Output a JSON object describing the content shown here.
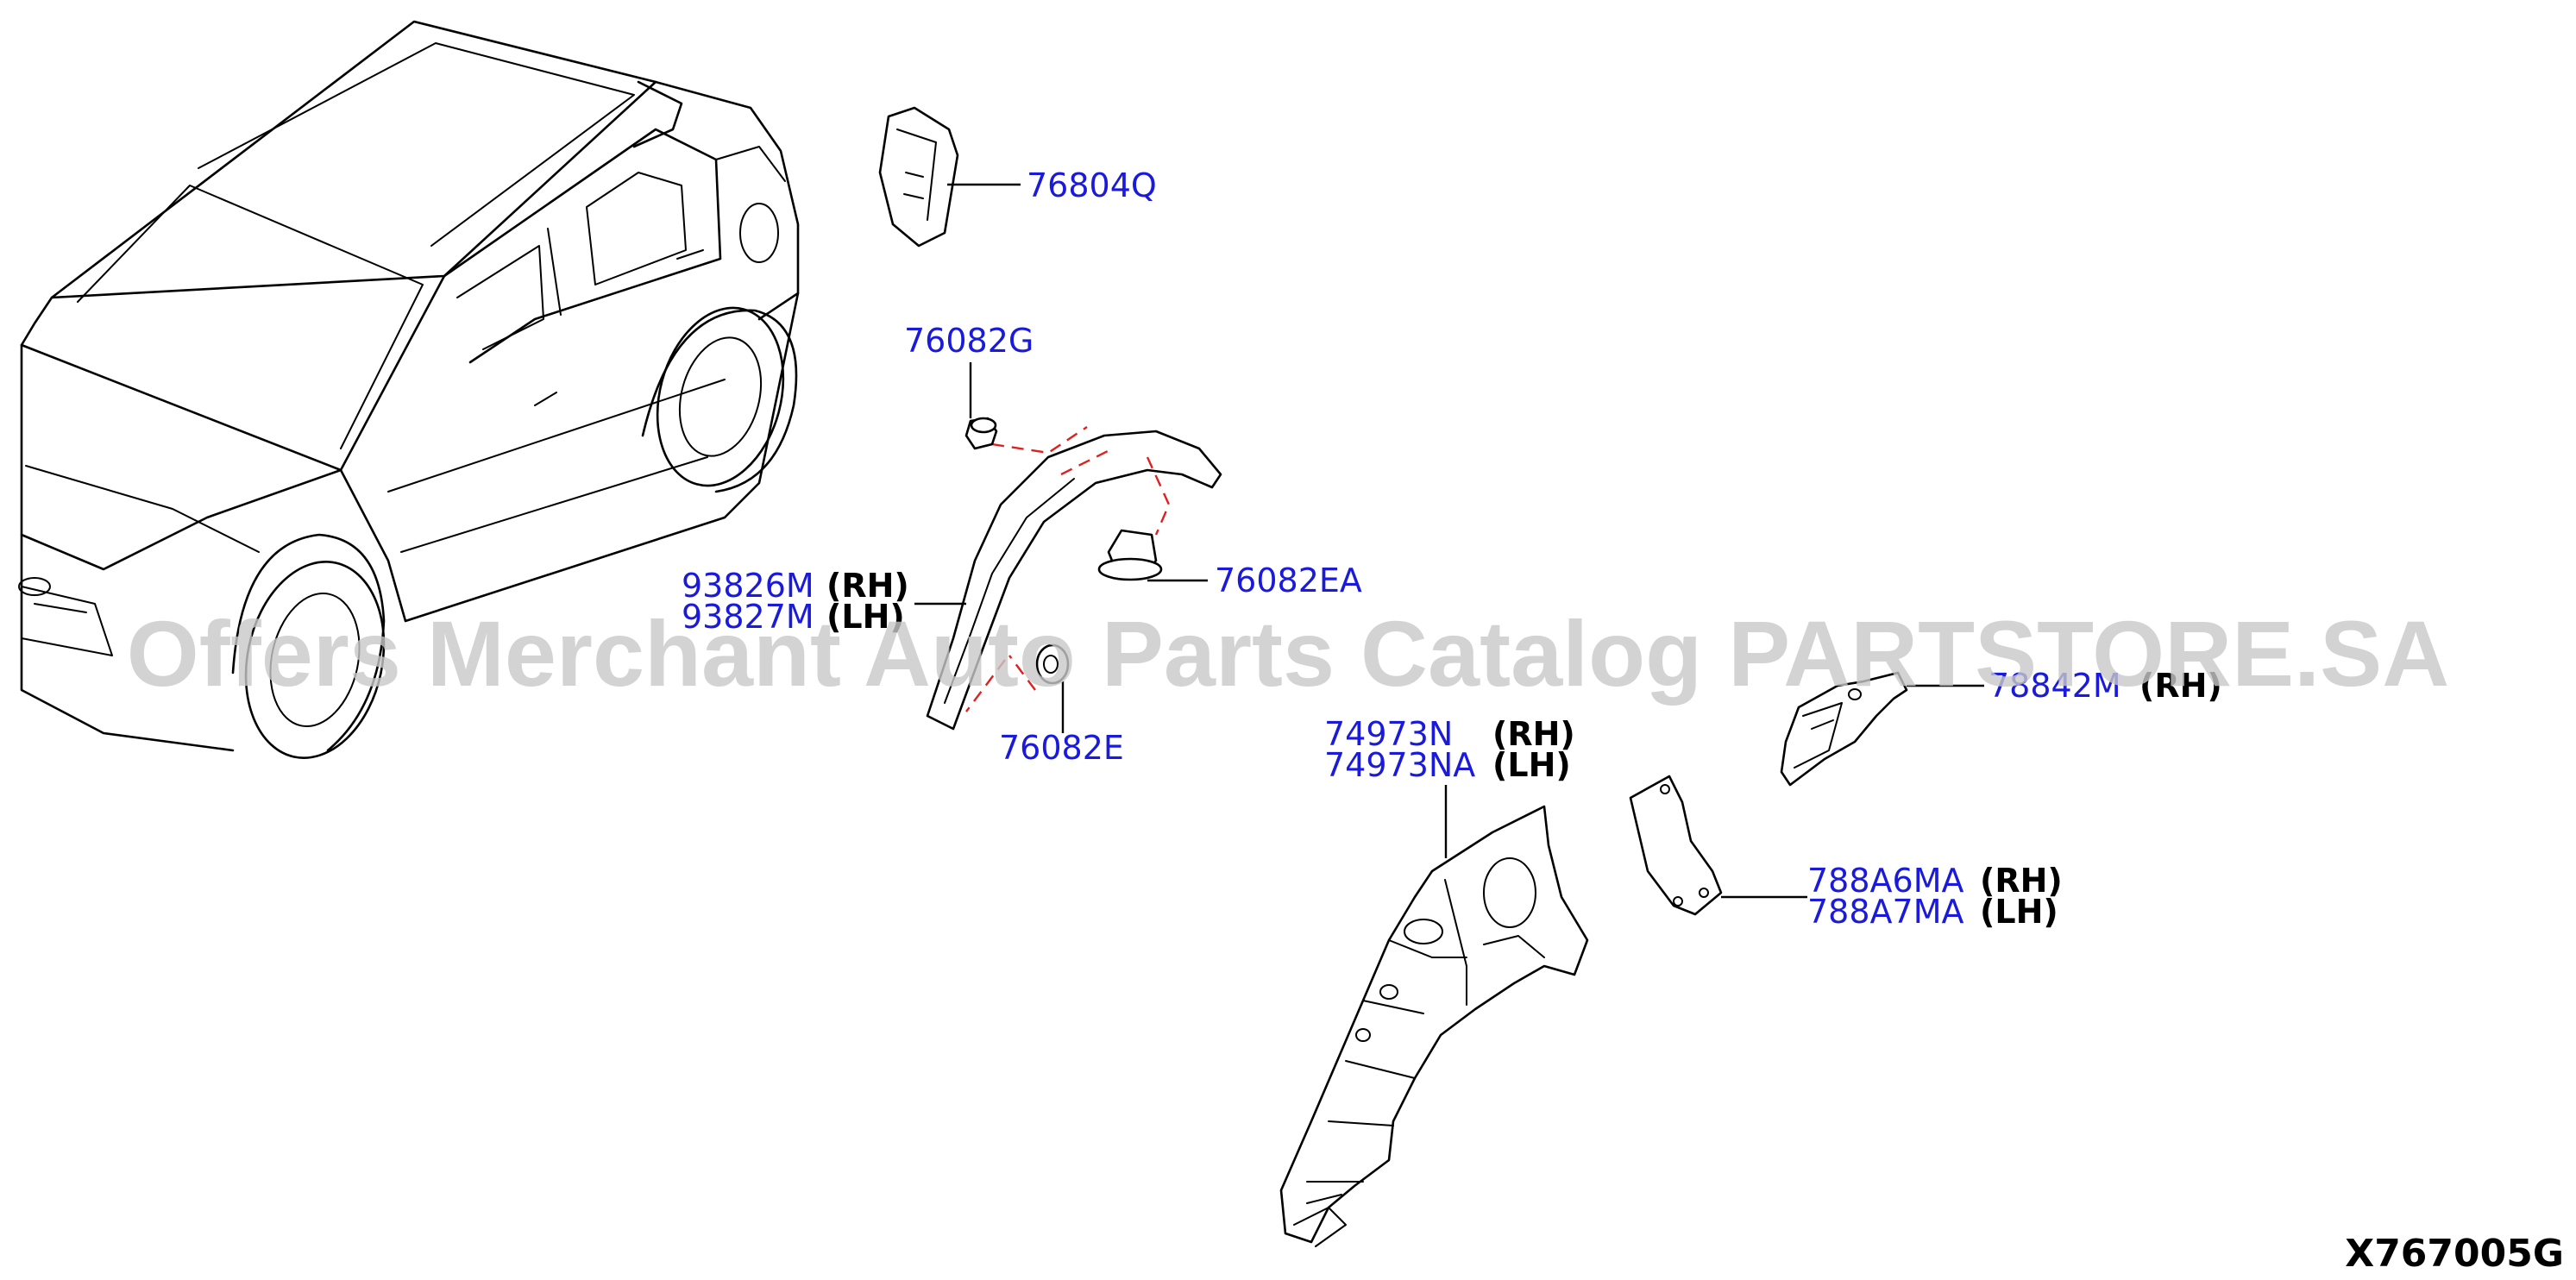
{
  "diagram": {
    "watermark": "Offers Merchant Auto Parts Catalog PARTSTORE.SA",
    "code": "X767005G",
    "colors": {
      "part_number": "#1a1adc",
      "side": "#000000",
      "guide_line": "#e02020",
      "watermark": "#c8c8c8"
    }
  },
  "labels": {
    "p76804q": "76804Q",
    "p76082g": "76082G",
    "p76082ea": "76082EA",
    "p93826m": "93826M",
    "p93827m": "93827M",
    "p76082e": "76082E",
    "p74973n": "74973N",
    "p74973na": "74973NA",
    "p78842m": "78842M",
    "p788a6ma": "788A6MA",
    "p788a7ma": "788A7MA",
    "rh": "(RH)",
    "lh": "(LH)"
  }
}
